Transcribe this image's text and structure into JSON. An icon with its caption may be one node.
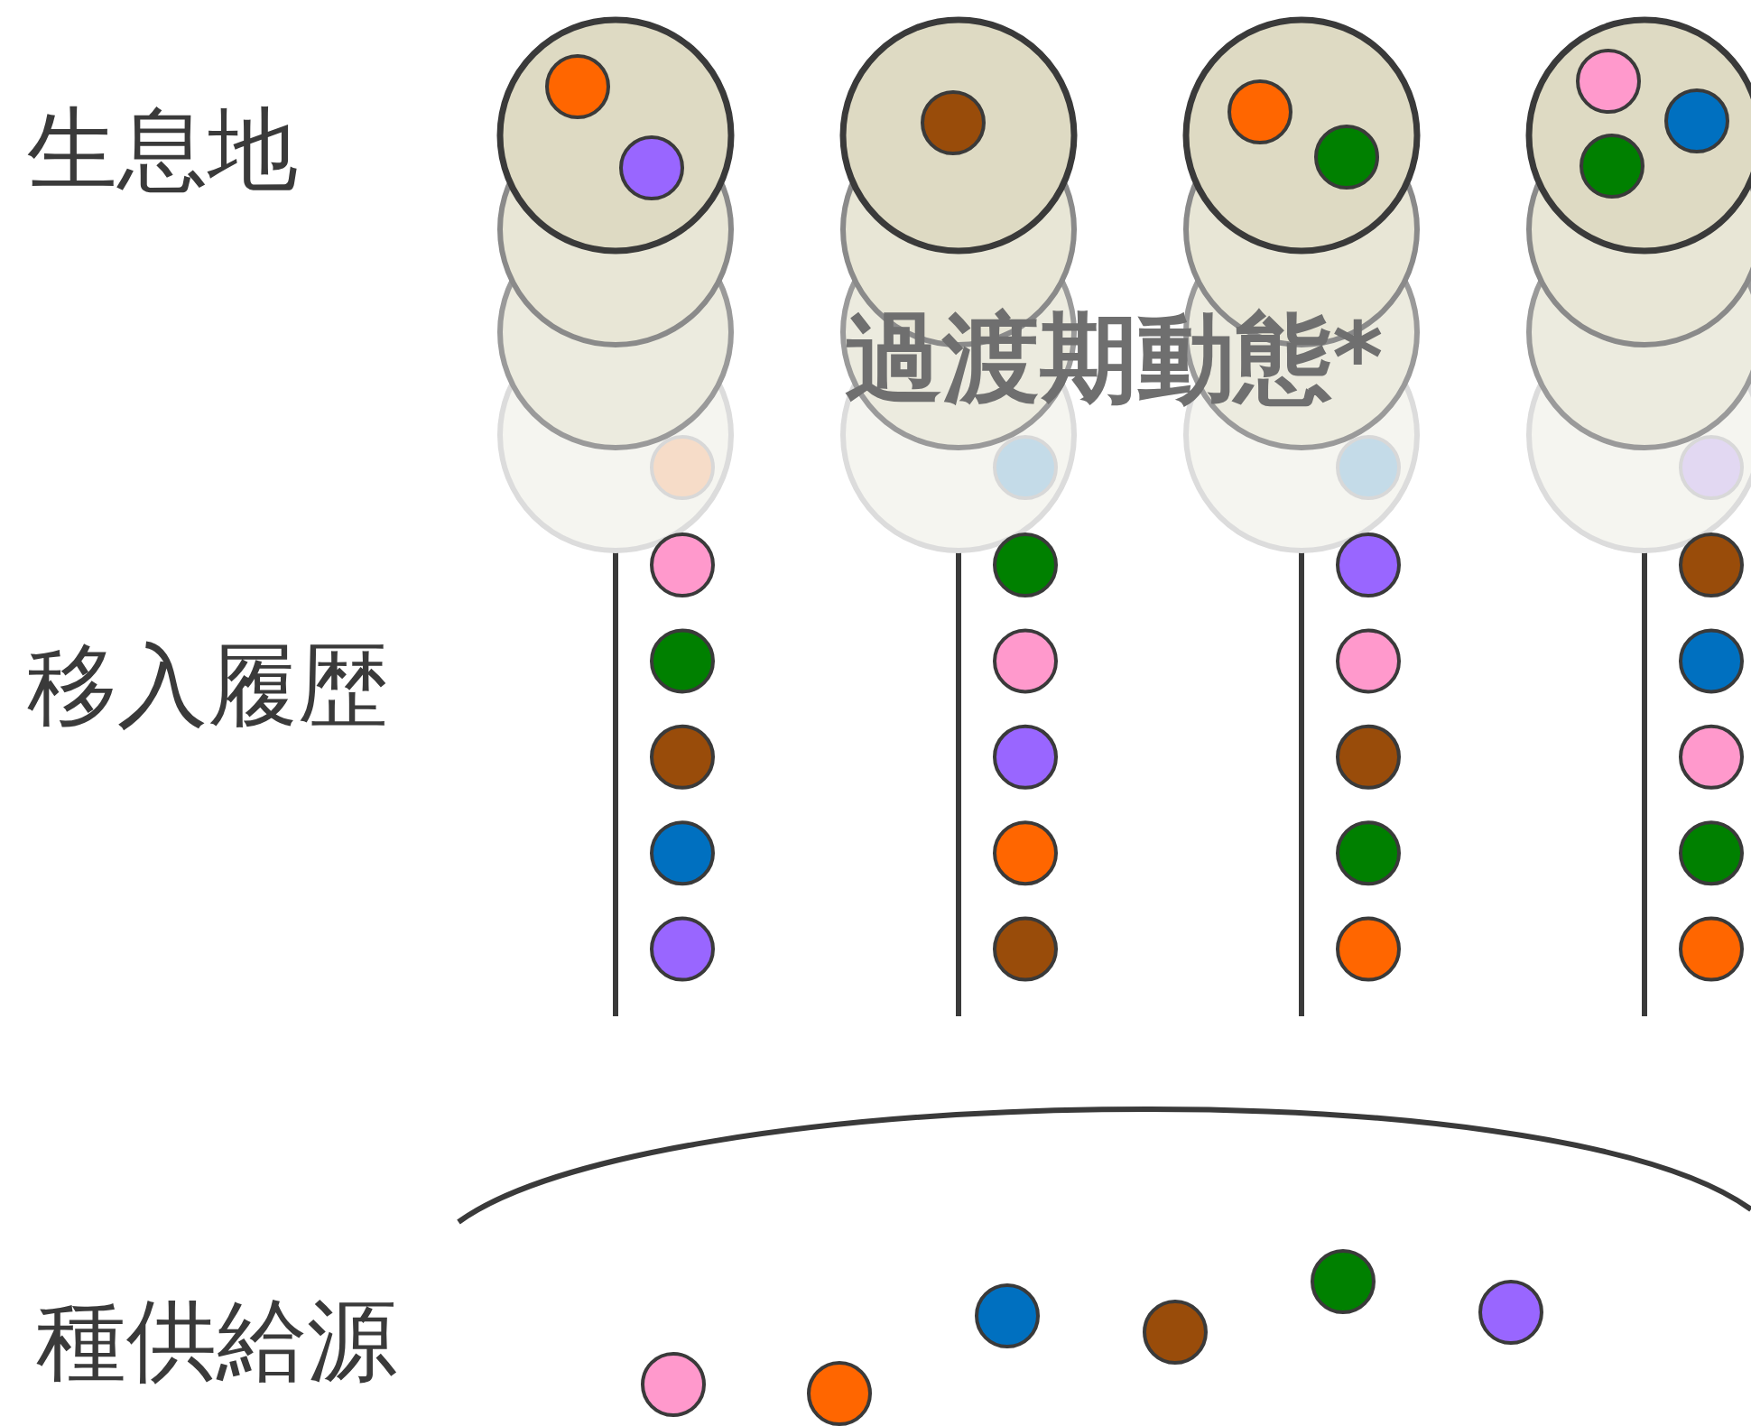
{
  "diagram": {
    "labels": [
      "生息地",
      "過渡期動態*",
      "移入履歴",
      "種供給源"
    ]
  }
}
